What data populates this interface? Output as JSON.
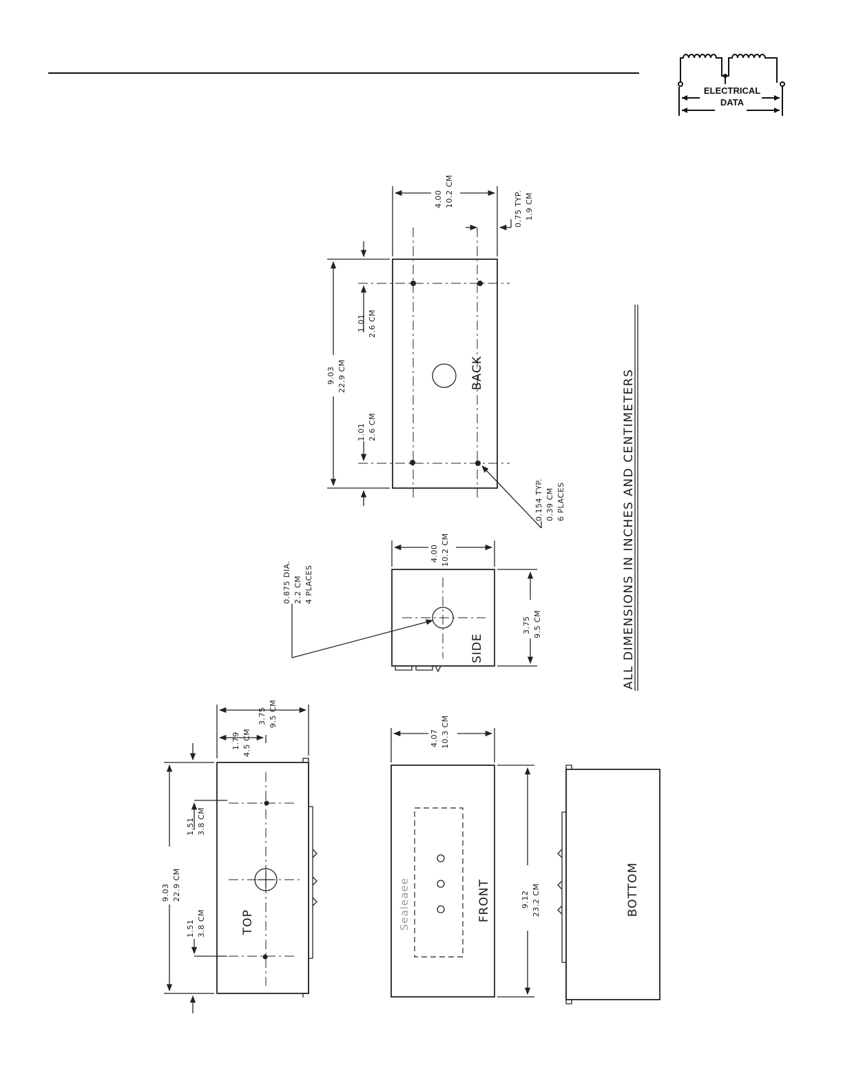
{
  "badge": {
    "line1": "ELECTRICAL",
    "line2": "DATA",
    "icon": "transformer-coil-icon"
  },
  "views": {
    "back": {
      "label": "BACK",
      "width_in": "4.00",
      "width_cm": "10.2 CM",
      "length_in": "9.03",
      "length_cm": "22.9 CM",
      "hole_offset_left_in": "1.01",
      "hole_offset_left_cm": "2.6 CM",
      "hole_offset_right_in": "1.01",
      "hole_offset_right_cm": "2.6 CM",
      "edge_in": "0.75 TYP.",
      "edge_cm": "1.9 CM",
      "hole_note_1": "0.154 TYP.",
      "hole_note_2": "0.39 CM",
      "hole_note_3": "6 PLACES"
    },
    "side": {
      "label": "SIDE",
      "width_in": "4.00",
      "width_cm": "10.2 CM",
      "height_in": "3.75",
      "height_cm": "9.5 CM",
      "knockout_note_1": "0.875 DIA.",
      "knockout_note_2": "2.2 CM",
      "knockout_note_3": "4 PLACES"
    },
    "top": {
      "label": "TOP",
      "length_in": "9.03",
      "length_cm": "22.9 CM",
      "offset_left_in": "1.51",
      "offset_left_cm": "3.8 CM",
      "offset_right_in": "1.51",
      "offset_right_cm": "3.8 CM",
      "depth_in": "3.75",
      "depth_cm": "9.5 CM",
      "center_in": "1.79",
      "center_cm": "4.5 CM"
    },
    "front": {
      "label": "FRONT",
      "maker": "Sealeaee",
      "width_in": "4.07",
      "width_cm": "10.3 CM",
      "length_in": "9.12",
      "length_cm": "23.2 CM"
    },
    "bottom": {
      "label": "BOTTOM"
    }
  },
  "footnote": "ALL DIMENSIONS IN INCHES AND CENTIMETERS"
}
